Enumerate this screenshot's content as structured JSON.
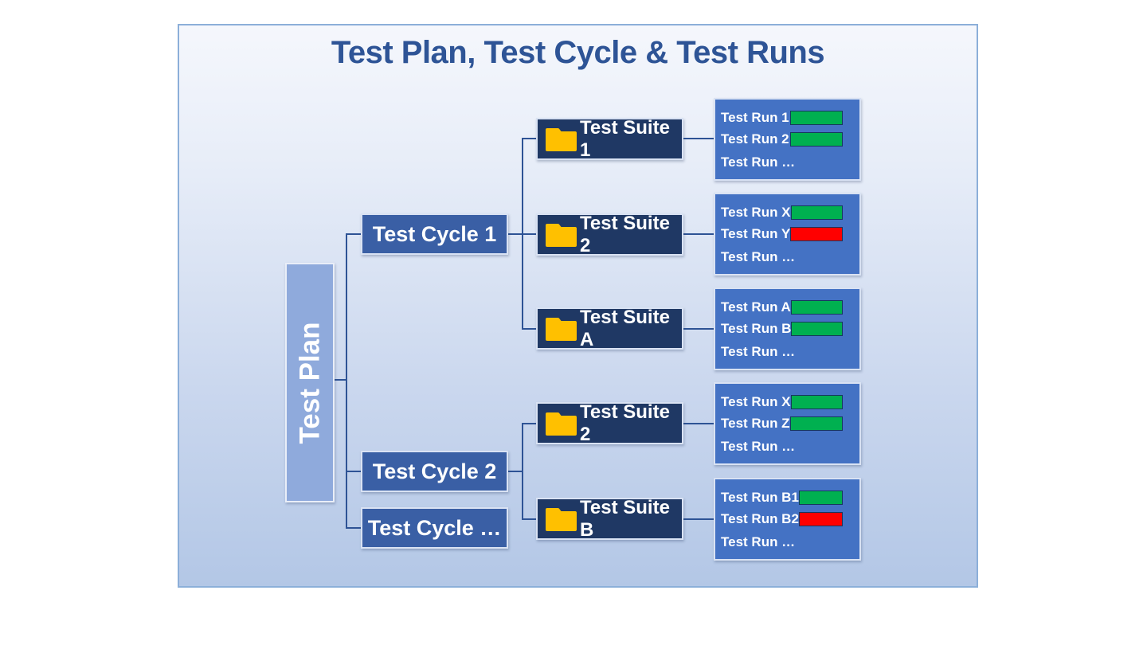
{
  "title": "Test Plan, Test Cycle & Test Runs",
  "plan": {
    "label": "Test Plan"
  },
  "cycles": [
    {
      "label": "Test Cycle 1"
    },
    {
      "label": "Test Cycle 2"
    },
    {
      "label": "Test Cycle …"
    }
  ],
  "suites": [
    {
      "label": "Test Suite 1",
      "icon": "folder-icon"
    },
    {
      "label": "Test Suite 2",
      "icon": "folder-icon"
    },
    {
      "label": "Test Suite A",
      "icon": "folder-icon"
    },
    {
      "label": "Test Suite 2",
      "icon": "folder-icon"
    },
    {
      "label": "Test Suite B",
      "icon": "folder-icon"
    }
  ],
  "run_panels": [
    {
      "runs": [
        {
          "label": "Test Run 1",
          "status": "pass"
        },
        {
          "label": "Test Run 2",
          "status": "pass"
        },
        {
          "label": "Test Run …",
          "status": "none"
        }
      ]
    },
    {
      "runs": [
        {
          "label": "Test Run X",
          "status": "pass"
        },
        {
          "label": "Test Run Y",
          "status": "fail"
        },
        {
          "label": "Test Run …",
          "status": "none"
        }
      ]
    },
    {
      "runs": [
        {
          "label": "Test Run A",
          "status": "pass"
        },
        {
          "label": "Test Run B",
          "status": "pass"
        },
        {
          "label": "Test Run …",
          "status": "none"
        }
      ]
    },
    {
      "runs": [
        {
          "label": "Test Run X",
          "status": "pass"
        },
        {
          "label": "Test Run Z",
          "status": "pass"
        },
        {
          "label": "Test Run …",
          "status": "none"
        }
      ]
    },
    {
      "runs": [
        {
          "label": "Test Run B1",
          "status": "pass"
        },
        {
          "label": "Test Run B2",
          "status": "fail"
        },
        {
          "label": "Test Run …",
          "status": "none"
        }
      ]
    }
  ],
  "colors": {
    "title": "#2E5496",
    "connector": "#2E5395",
    "plan_fill": "#8FAADC",
    "cycle_fill": "#3A5FA5",
    "suite_fill": "#1F3864",
    "panel_fill": "#4472C4",
    "folder": "#FFC000",
    "status": {
      "pass": "#00B050",
      "fail": "#FF0000"
    }
  }
}
